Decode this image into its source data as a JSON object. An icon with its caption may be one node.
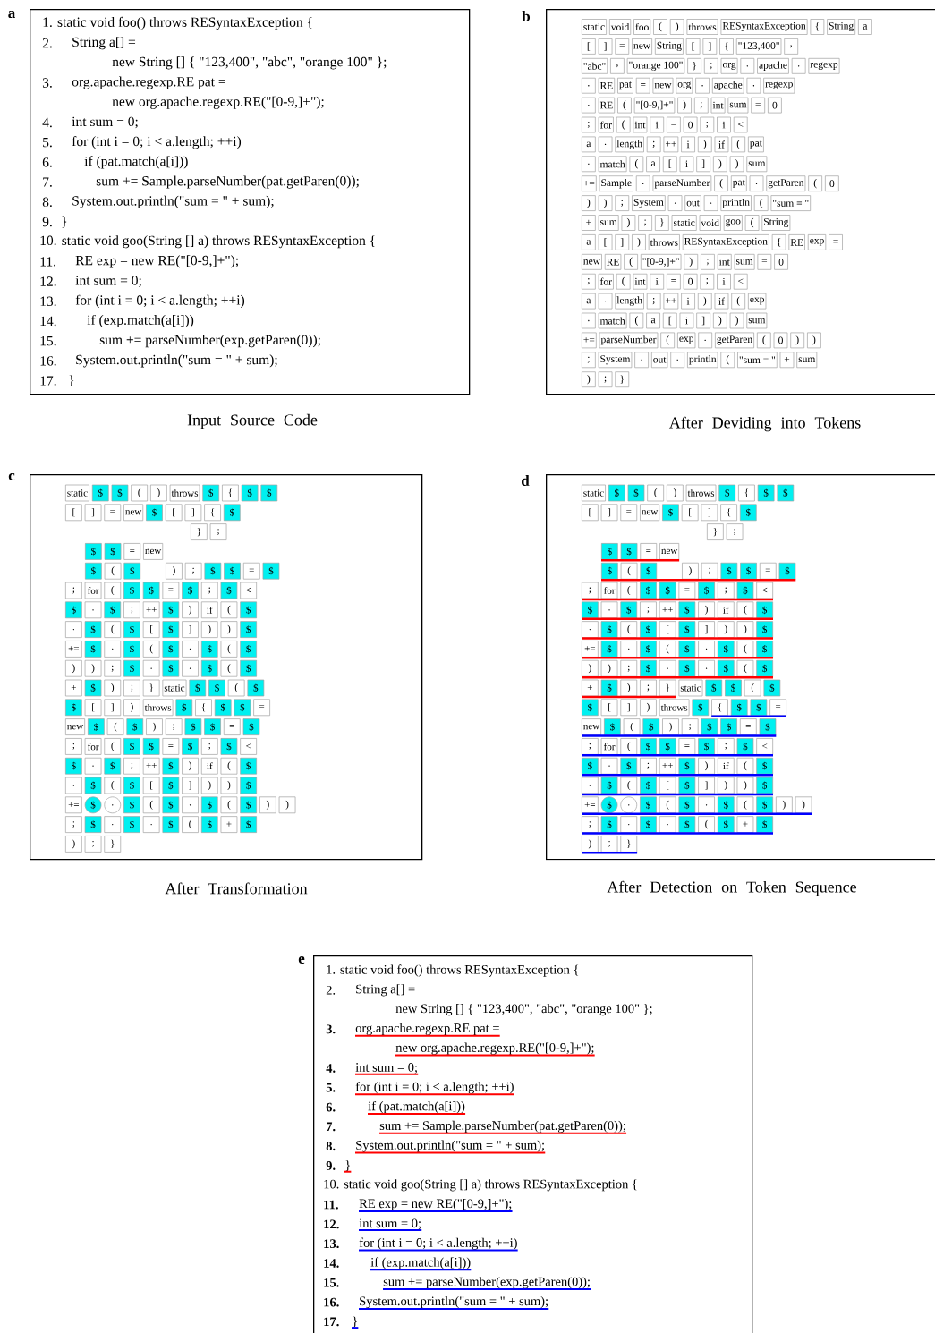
{
  "diagram": {
    "nodes": [
      {
        "text": [
          "1. static void foo() throws RESyntaxException {",
          "2.",
          "String a[] =",
          "new String [] { \"123,400\", \"abc\", \"orange 100\" };",
          "3.",
          "org.apache.regexp.RE pat =",
          "new org.apache.regexp.RE(\"[0-9,]+\");",
          "4.",
          "int sum = 0;",
          "5.",
          "for (int i = 0; i < a.length; ++i)",
          "6.",
          "if (pat.match(a[i]))",
          "7.",
          "sum += Sample.parseNumber(pat.getParen(0));",
          "8.",
          "System.out.println(\"sum = \" + sum);",
          "9.",
          "}",
          "10. static void goo(String [] a) throws RESyntaxException {",
          "11.",
          "RE exp = new RE(\"[0-9,]+\");",
          "12.",
          "int sum = 0;",
          "13.",
          "for (int i = 0; i < a.length; ++i)",
          "14.",
          "if (exp.match(a[i]))",
          "15.",
          "sum += parseNumber(exp.getParen(0));",
          "16.",
          "System.out.println(\"sum = \" + sum);",
          "17.",
          "}"
        ],
        "beside": [
          "a",
          "Input Source Code"
        ]
      },
      {
        "text": [
          "static",
          "void",
          "foo",
          "(",
          ")",
          "throws",
          "RESyntaxException",
          "{",
          "String",
          "a",
          "[",
          "]",
          "=",
          "new",
          "String",
          "[",
          "]",
          "{",
          "\"123,400\"",
          ",",
          "\"abc\"",
          ",",
          "\"orange 100\"",
          "}",
          ";",
          "org",
          ".",
          "apache",
          ".",
          "regexp",
          ".",
          "RE",
          "pat",
          "=",
          "new",
          "org",
          ".",
          "apache",
          ".",
          "regexp",
          ".",
          "RE",
          "(",
          "\"[0-9,]+\"",
          ")",
          ";",
          "int",
          "sum",
          "=",
          "0",
          ";",
          "for",
          "(",
          "int",
          "i",
          "=",
          "0",
          ";",
          "i",
          "<",
          "a",
          ".",
          "length",
          ";",
          "++",
          "i",
          ")",
          "if",
          "(",
          "pat",
          ".",
          "match",
          "(",
          "a",
          "[",
          "i",
          "]",
          ")",
          ")",
          "sum",
          "+=",
          "Sample",
          ".",
          "parseNumber",
          "(",
          "pat",
          ".",
          "getParen",
          "(",
          "0",
          ")",
          ")",
          ";",
          "System",
          ".",
          "out",
          ".",
          "println",
          "(",
          "\"sum = \"",
          "+",
          "sum",
          ")",
          ";",
          "}",
          "static",
          "void",
          "goo",
          "(",
          "String",
          "a",
          "[",
          "]",
          ")",
          "throws",
          "RESyntaxException",
          "{",
          "RE",
          "exp",
          "=",
          "new",
          "RE",
          "(",
          "\"[0-9,]+\"",
          ")",
          ";",
          "int",
          "sum",
          "=",
          "0",
          ";",
          "for",
          "(",
          "int",
          "i",
          "=",
          "0",
          ";",
          "i",
          "<",
          "a",
          ".",
          "length",
          ";",
          "++",
          "i",
          ")",
          "if",
          "(",
          "exp",
          ".",
          "match",
          "(",
          "a",
          "[",
          "i",
          "]",
          ")",
          ")",
          "sum",
          "+=",
          "parseNumber",
          "(",
          "exp",
          ".",
          "getParen",
          "(",
          "0",
          ")",
          ")",
          ";",
          "System",
          ".",
          "out",
          ".",
          "println",
          "(",
          "\"sum = \"",
          "+",
          "sum",
          ")",
          ";",
          "}"
        ],
        "beside": [
          "b",
          "After Deviding into Tokens"
        ]
      },
      {
        "text": [
          "static",
          "$",
          "$",
          "(",
          ")",
          "throws",
          "$",
          "{",
          "$",
          "$",
          "[",
          "]",
          "=",
          "new",
          "$",
          "[",
          "]",
          "{",
          "$",
          "}",
          ";",
          "$",
          "$",
          "=",
          "new",
          "$",
          "(",
          "$",
          ")",
          ";",
          "$",
          "$",
          "=",
          "$",
          ";",
          "for",
          "(",
          "$",
          "$",
          "=",
          "$",
          ";",
          "$",
          "<",
          "$",
          ".",
          "$",
          ";",
          "++",
          "$",
          ")",
          "if",
          "(",
          "$",
          ".",
          "$",
          "(",
          "$",
          "[",
          "$",
          "]",
          ")",
          ")",
          "$",
          "+=",
          "$",
          ".",
          "$",
          "(",
          "$",
          ".",
          "$",
          "(",
          "$",
          ")",
          ")",
          ";",
          "$",
          ".",
          "$",
          ".",
          "$",
          "(",
          "$",
          "+",
          "$",
          ")",
          ";",
          "}",
          "static",
          "$",
          "$",
          "(",
          "$",
          "$",
          "[",
          "]",
          ")",
          "throws",
          "$",
          "{",
          "$",
          "$",
          "=",
          "new",
          "$",
          "(",
          "$",
          ")",
          ";",
          "$",
          "$",
          "=",
          "$",
          ";",
          "for",
          "(",
          "$",
          "$",
          "=",
          "$",
          ";",
          "$",
          "<",
          "$",
          ".",
          "$",
          ";",
          "++",
          "$",
          ")",
          "if",
          "(",
          "$",
          ".",
          "$",
          "(",
          "$",
          "[",
          "$",
          "]",
          ")",
          ")",
          "$",
          "+=",
          "$",
          ".",
          "$",
          "(",
          "$",
          ".",
          "$",
          "(",
          "$",
          ")",
          ")",
          ";",
          "$",
          ".",
          "$",
          ".",
          "$",
          "(",
          "$",
          "+",
          "$",
          ")",
          ";",
          "}"
        ],
        "beside": [
          "c",
          "After Transformation"
        ]
      },
      {
        "text": [
          "static",
          "$",
          "$",
          "(",
          ")",
          "throws",
          "$",
          "{",
          "$",
          "$",
          "[",
          "]",
          "=",
          "new",
          "$",
          "[",
          "]",
          "{",
          "$",
          "}",
          ";",
          "$",
          "$",
          "=",
          "new",
          "$",
          "(",
          "$",
          ")",
          ";",
          "$",
          "$",
          "=",
          "$",
          ";",
          "for",
          "(",
          "$",
          "$",
          "=",
          "$",
          ";",
          "$",
          "<",
          "$",
          ".",
          "$",
          ";",
          "++",
          "$",
          ")",
          "if",
          "(",
          "$",
          ".",
          "$",
          "(",
          "$",
          "[",
          "$",
          "]",
          ")",
          ")",
          "$",
          "+=",
          "$",
          ".",
          "$",
          "(",
          "$",
          ".",
          "$",
          "(",
          "$",
          ")",
          ")",
          ";",
          "$",
          ".",
          "$",
          ".",
          "$",
          "(",
          "$",
          "+",
          "$",
          ")",
          ";",
          "}",
          "static",
          "$",
          "$",
          "(",
          "$",
          "$",
          "[",
          "]",
          ")",
          "throws",
          "$",
          "{",
          "$",
          "$",
          "=",
          "new",
          "$",
          "(",
          "$",
          ")",
          ";",
          "$",
          "$",
          "=",
          "$",
          ";",
          "for",
          "(",
          "$",
          "$",
          "=",
          "$",
          ";",
          "$",
          "<",
          "$",
          ".",
          "$",
          ";",
          "++",
          "$",
          ")",
          "if",
          "(",
          "$",
          ".",
          "$",
          "(",
          "$",
          "[",
          "$",
          "]",
          ")",
          ")",
          "$",
          "+=",
          "$",
          ".",
          "$",
          "(",
          "$",
          ".",
          "$",
          "(",
          "$",
          ")",
          ")",
          ";",
          "$",
          ".",
          "$",
          ".",
          "$",
          "(",
          "$",
          "+",
          "$",
          ")",
          ";",
          "}"
        ],
        "beside": [
          "d",
          "After Detection on Token Sequence"
        ]
      },
      {
        "text": [
          "1. static void foo() throws RESyntaxException {",
          "2.",
          "String a[] =",
          "new String [] { \"123,400\", \"abc\", \"orange 100\" };",
          "3.",
          "org.apache.regexp.RE pat =",
          "new org.apache.regexp.RE(\"[0-9,]+\");",
          "4.",
          "int sum = 0;",
          "5.",
          "for (int i = 0; i < a.length; ++i)",
          "6.",
          "if (pat.match(a[i]))",
          "7.",
          "sum += Sample.parseNumber(pat.getParen(0));",
          "8.",
          "System.out.println(\"sum = \" + sum);",
          "9.",
          "}",
          "10. static void goo(String [] a) throws RESyntaxException {",
          "11.",
          "RE exp = new RE(\"[0-9,]+\");",
          "12.",
          "int sum = 0;",
          "13.",
          "for (int i = 0; i < a.length; ++i)",
          "14.",
          "if (exp.match(a[i]))",
          "15.",
          "sum += parseNumber(exp.getParen(0));",
          "16.",
          "System.out.println(\"sum = \" + sum);",
          "17.",
          "}"
        ],
        "beside": [
          "e"
        ]
      }
    ]
  }
}
